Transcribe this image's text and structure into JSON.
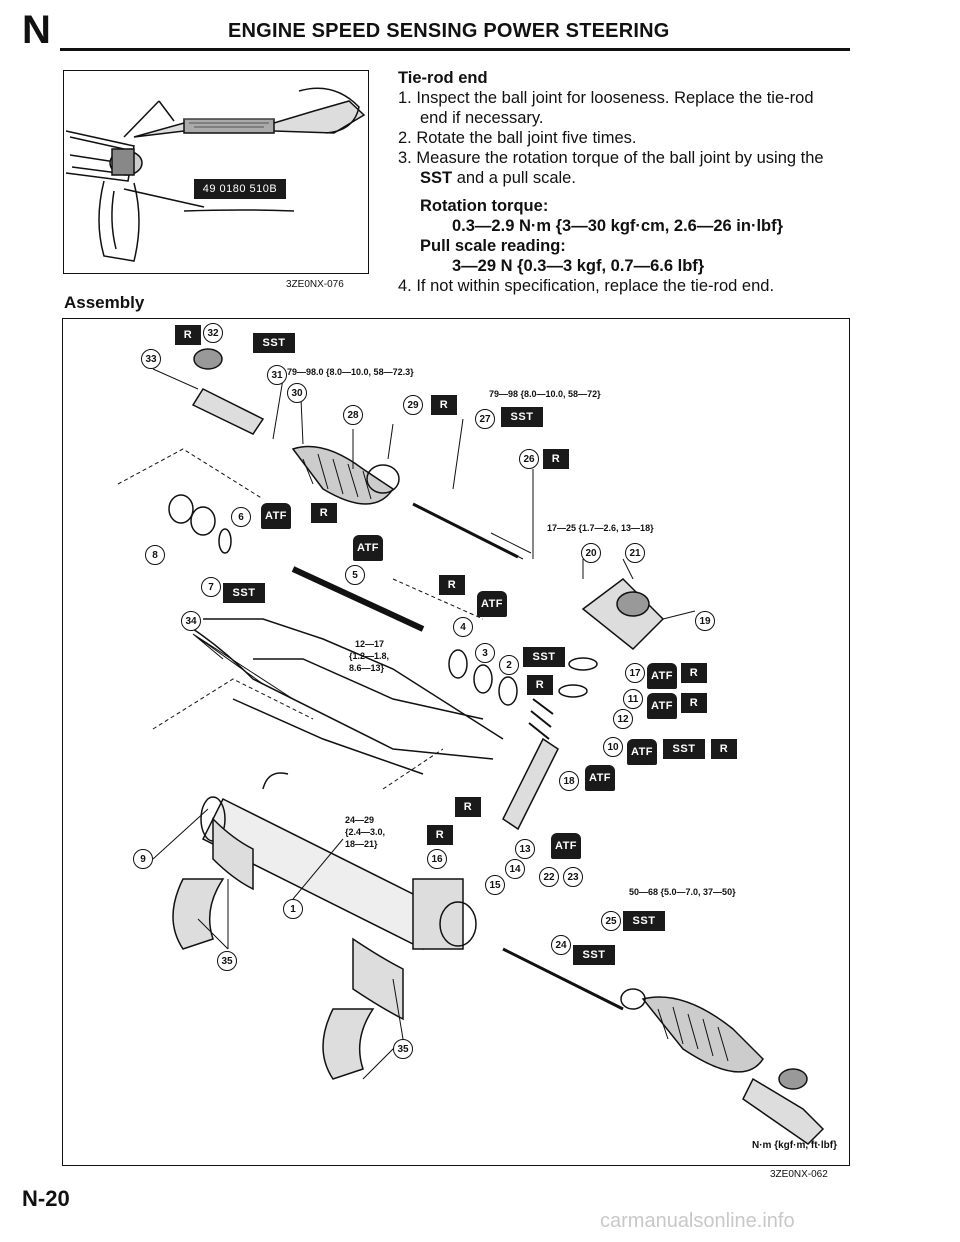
{
  "header": {
    "section_letter": "N",
    "title": "ENGINE SPEED SENSING POWER STEERING"
  },
  "inspection_figure": {
    "tool_code": "49 0180 510B",
    "figure_code": "3ZE0NX-076"
  },
  "tie_rod": {
    "heading": "Tie-rod end",
    "steps": [
      "1. Inspect the ball joint for looseness. Replace the tie-rod",
      "end if necessary.",
      "2. Rotate the ball joint five times.",
      "3. Measure the rotation torque of the ball joint by using the",
      "and a pull scale."
    ],
    "sst_label": "SST",
    "rotation_torque_label": "Rotation torque:",
    "rotation_torque_value": "0.3—2.9 N·m {3—30 kgf·cm, 2.6—26 in·lbf}",
    "pull_scale_label": "Pull scale reading:",
    "pull_scale_value": "3—29 N {0.3—3 kgf, 0.7—6.6 lbf}",
    "step4": "4. If not within specification, replace the tie-rod end."
  },
  "assembly": {
    "heading": "Assembly",
    "figure_code": "3ZE0NX-062",
    "unit_note": "N·m {kgf·m, ft·lbf}",
    "torques": [
      "79—98.0 {8.0—10.0, 58—72.3}",
      "79—98 {8.0—10.0, 58—72}",
      "17—25 {1.7—2.6, 13—18}",
      "12—17",
      "{1.2—1.8,",
      "8.6—13}",
      "24—29",
      "{2.4—3.0,",
      "18—21}",
      "50—68 {5.0—7.0, 37—50}"
    ],
    "badge_r": "R",
    "badge_sst": "SST",
    "badge_atf": "ATF",
    "callouts": [
      "32",
      "33",
      "31",
      "30",
      "29",
      "28",
      "27",
      "26",
      "6",
      "7",
      "8",
      "5",
      "4",
      "3",
      "2",
      "20",
      "21",
      "19",
      "34",
      "17",
      "11",
      "12",
      "10",
      "18",
      "13",
      "14",
      "15",
      "16",
      "22",
      "23",
      "25",
      "24",
      "9",
      "1",
      "35"
    ]
  },
  "footer": {
    "page_number": "N-20",
    "watermark": "carmanualsonline.info"
  }
}
